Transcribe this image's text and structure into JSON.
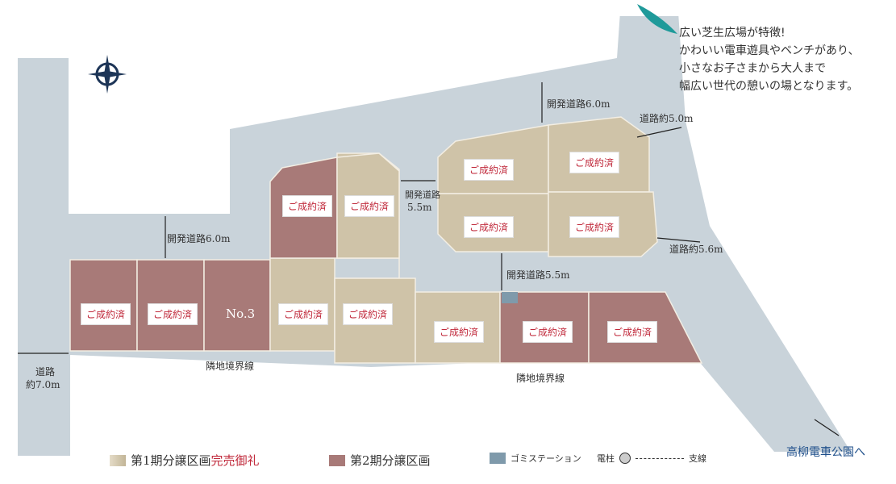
{
  "note": {
    "lines": [
      "広い芝生広場が特徴!",
      "かわいい電車遊具やベンチがあり、",
      "小さなお子さまから大人まで",
      "幅広い世代の憩いの場となります。"
    ]
  },
  "roads": {
    "dev_top": "開発道路6.0m",
    "road_5_0": "道路約5.0m",
    "dev_mid_1": "開発道路",
    "dev_mid_2": "5.5m",
    "dev_left": "開発道路6.0m",
    "dev_bottom": "開発道路5.5m",
    "road_5_6": "道路約5.6m",
    "road_left_1": "道路",
    "road_left_2": "約7.0m",
    "boundary1": "隣地境界線",
    "boundary2": "隣地境界線",
    "park": "高柳電車公園へ"
  },
  "lots": {
    "sold": "ご成約済",
    "no3": "No.3"
  },
  "legend": {
    "phase1": "第1期分譲区画",
    "phase1_sold": "完売御礼",
    "phase2": "第2期分譲区画",
    "garbage": "ゴミステーション",
    "pole": "電柱",
    "guy": "支線"
  },
  "colors": {
    "phase1": "#cfc3a8",
    "phase2": "#a87a78",
    "road": "#c9d3da",
    "sold_text": "#c0283a"
  }
}
